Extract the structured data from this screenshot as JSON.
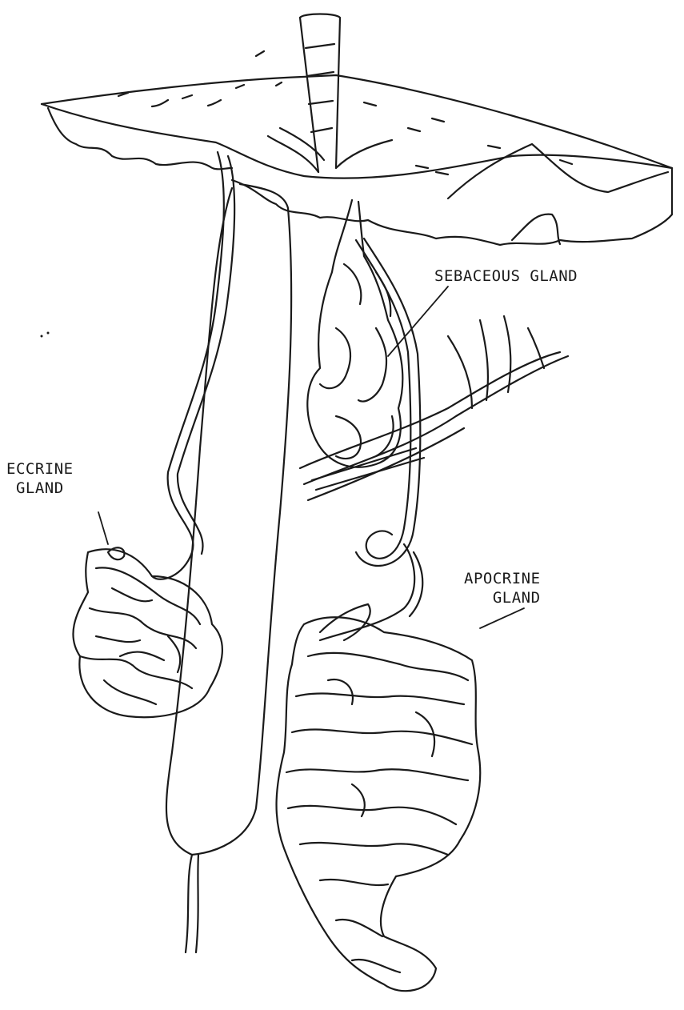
{
  "labels": {
    "sebaceous": "SEBACEOUS GLAND",
    "eccrine": {
      "line1": "ECCRINE",
      "line2": "GLAND"
    },
    "apocrine": {
      "line1": "APOCRINE",
      "line2": "GLAND"
    }
  },
  "colors": {
    "ink": "#1a1a1a",
    "paper": "#ffffff"
  }
}
